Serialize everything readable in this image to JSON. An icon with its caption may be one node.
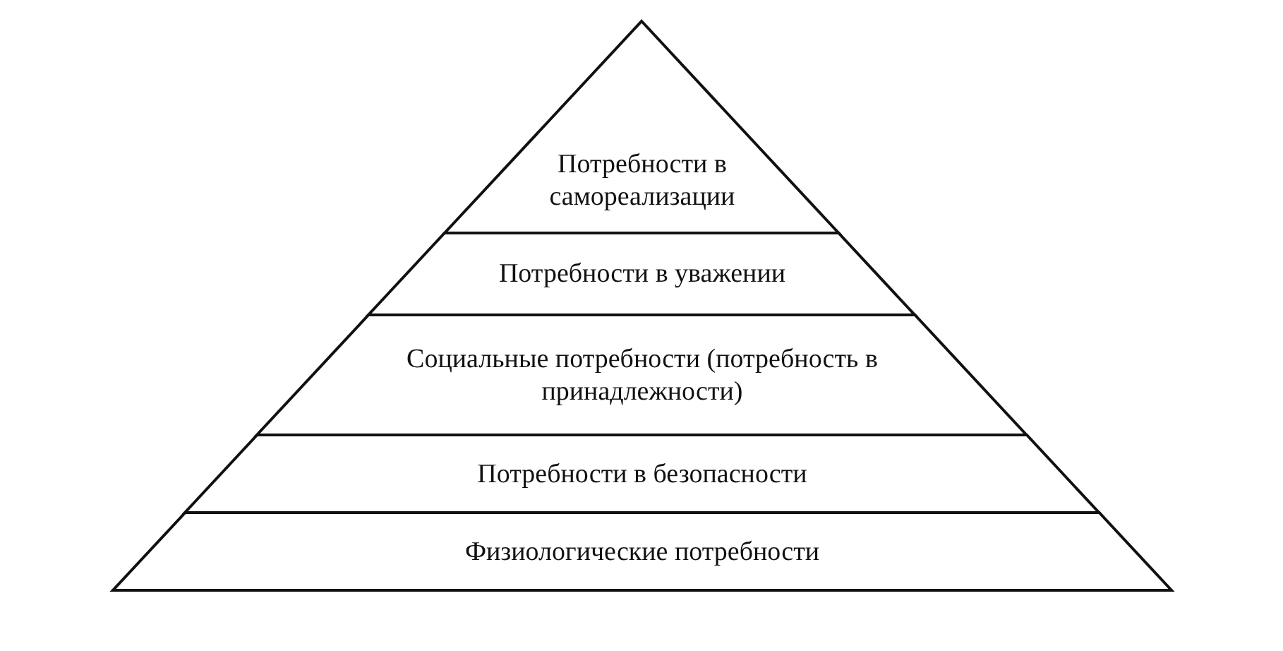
{
  "diagram": {
    "nodes": [
      {
        "text": [
          "Потребности в самореализации"
        ]
      },
      {
        "text": [
          "Потребности в уважении"
        ]
      },
      {
        "text": [
          "Социальные потребности (потребность в принадлежности)"
        ]
      },
      {
        "text": [
          "Потребности в безопасности"
        ]
      },
      {
        "text": [
          "Физиологические потребности"
        ]
      }
    ]
  }
}
